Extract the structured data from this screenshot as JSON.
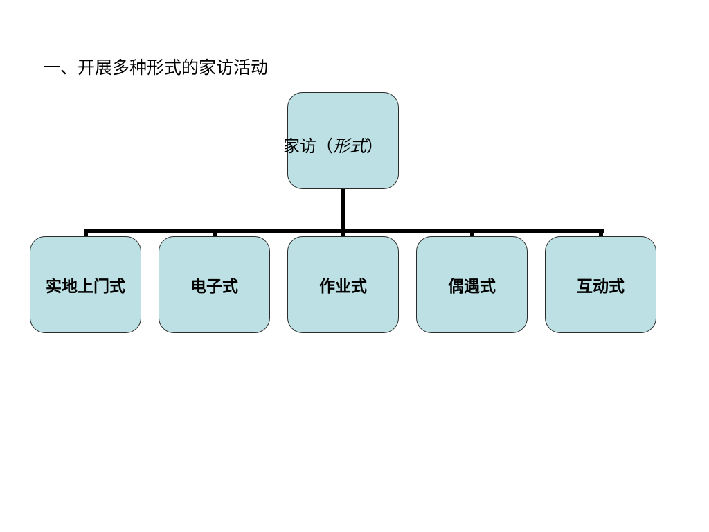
{
  "slide": {
    "title": "一、开展多种形式的家访活动"
  },
  "diagram": {
    "root": {
      "label_prefix": "家访（",
      "label_italic": "形式",
      "label_suffix": "）"
    },
    "children": [
      {
        "label": "实地上门式"
      },
      {
        "label": "电子式"
      },
      {
        "label": "作业式"
      },
      {
        "label": "偶遇式"
      },
      {
        "label": "互动式"
      }
    ]
  },
  "colors": {
    "node_fill": "#bce0e3",
    "node_border": "#2b2b2b",
    "connector": "#000000"
  }
}
